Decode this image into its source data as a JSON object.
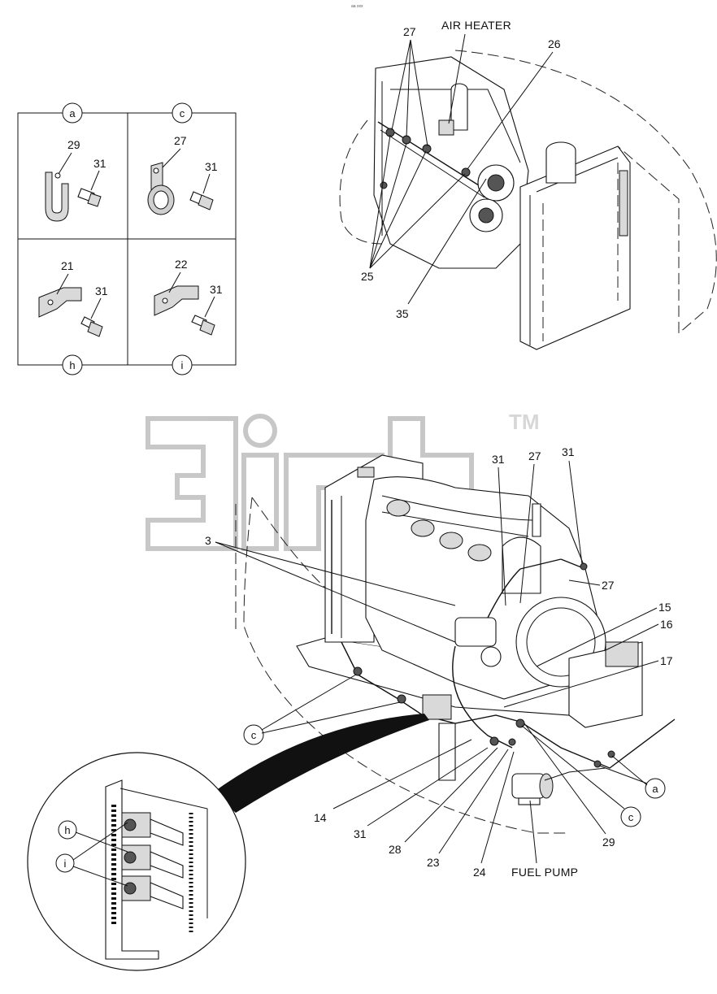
{
  "meta_tiny_text": "aa xxx",
  "watermark": {
    "tm": "TM"
  },
  "detail_boxes": {
    "a": {
      "letter": "a",
      "parts": [
        "29",
        "31"
      ]
    },
    "c": {
      "letter": "c",
      "parts": [
        "27",
        "31"
      ]
    },
    "h": {
      "letter": "h",
      "parts": [
        "21",
        "31"
      ]
    },
    "i": {
      "letter": "i",
      "parts": [
        "22",
        "31"
      ]
    }
  },
  "top_view": {
    "caption_air_heater": "AIR HEATER",
    "labels": {
      "l27": "27",
      "l26": "26",
      "l25": "25",
      "l35": "35"
    }
  },
  "bottom_view": {
    "caption_fuel_pump": "FUEL PUMP",
    "labels": {
      "l31a": "31",
      "l27a": "27",
      "l31b": "31",
      "l3": "3",
      "l27b": "27",
      "l15": "15",
      "l16": "16",
      "l17": "17",
      "l14": "14",
      "l31c": "31",
      "l28": "28",
      "l23": "23",
      "l24": "24",
      "l29": "29"
    },
    "callouts": {
      "c1": "c",
      "c2": "c",
      "a1": "a"
    }
  },
  "zoom_view": {
    "callouts": {
      "h": "h",
      "i": "i"
    }
  }
}
